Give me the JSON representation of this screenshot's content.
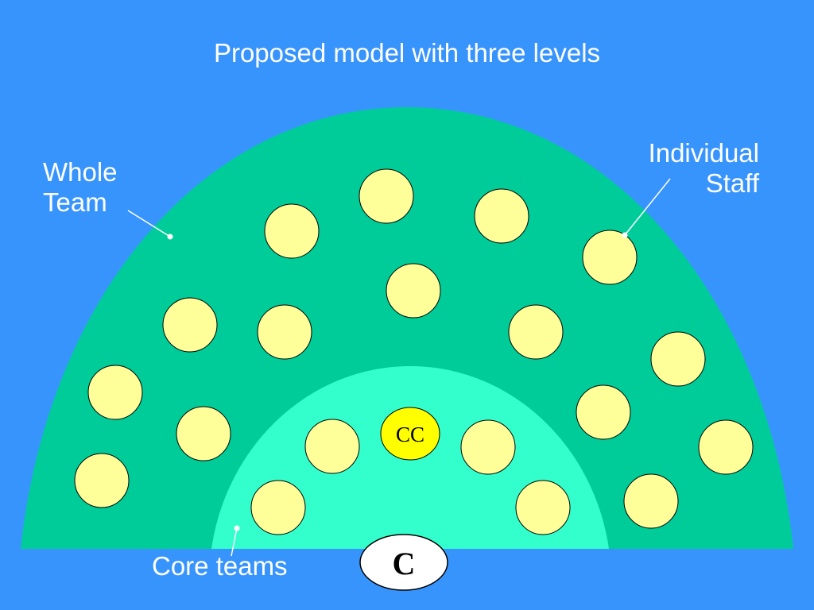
{
  "title": "Proposed model with three levels",
  "labels": {
    "whole_team": [
      "Whole",
      "Team"
    ],
    "individual_staff": [
      "Individual",
      "Staff"
    ],
    "core_teams": "Core teams"
  },
  "nodes": {
    "center": "CC",
    "base": "C"
  },
  "colors": {
    "background": "#3894fd",
    "outer_region": "#00cc99",
    "inner_region": "#33ffcc",
    "staff_circle": "#ffff99",
    "center_circle": "#ffff00",
    "base_ellipse": "#ffffff",
    "text": "#ffffff"
  }
}
